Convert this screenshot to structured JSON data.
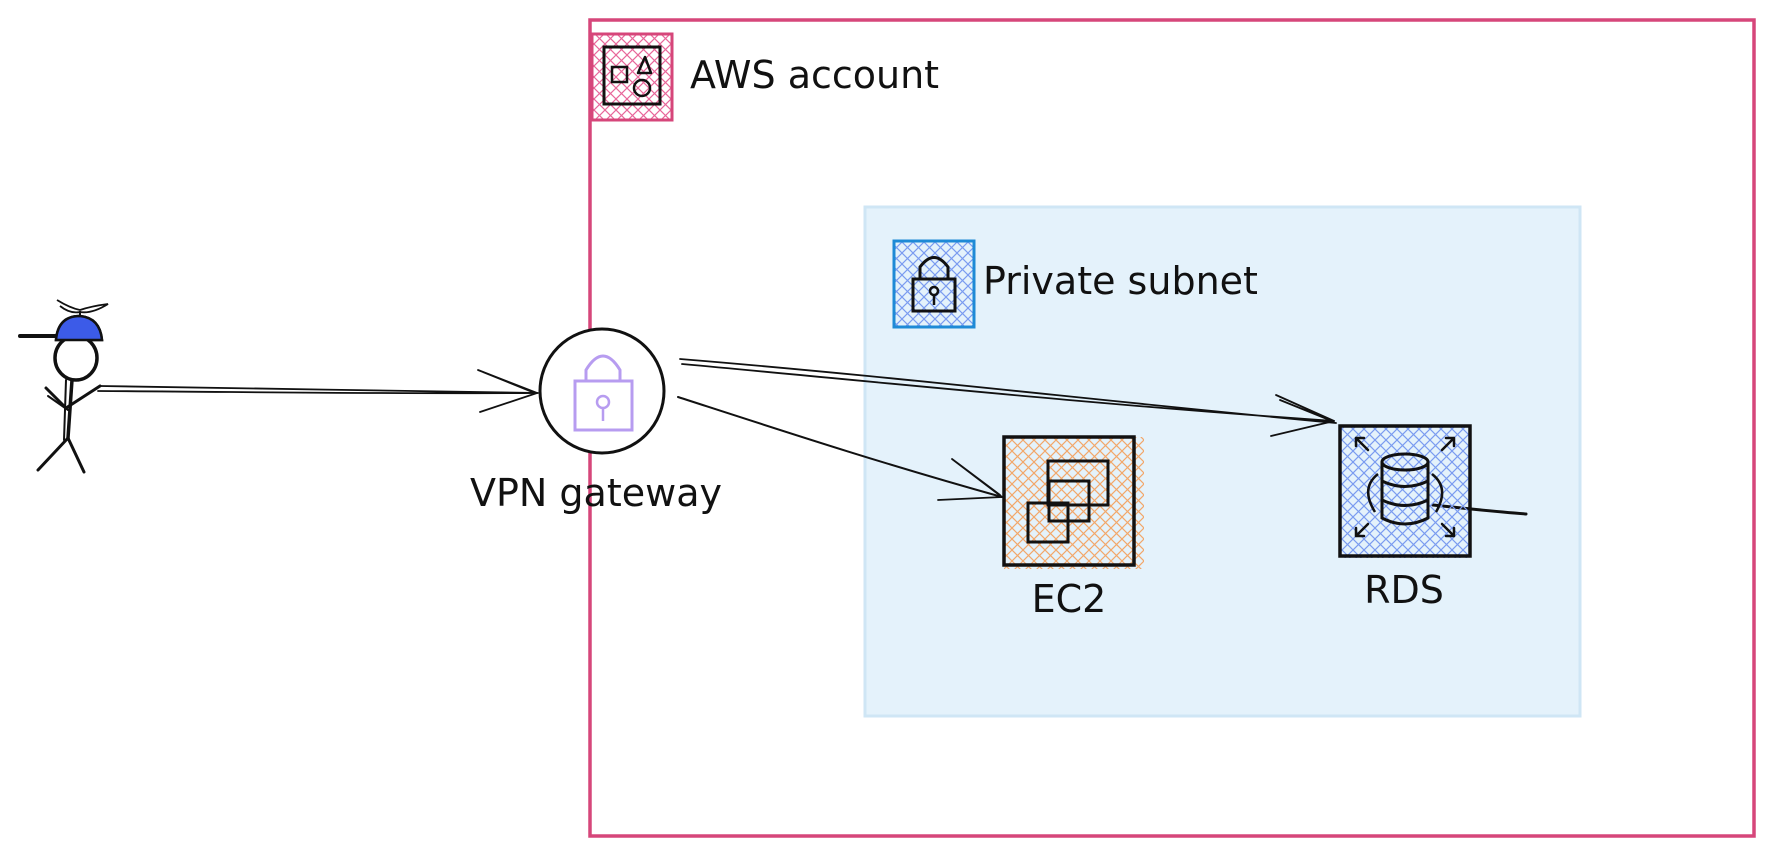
{
  "colors": {
    "aws_account_border": "#d6467a",
    "aws_hatch": "#e8679a",
    "subnet_fill": "#e4f2fb",
    "subnet_border": "#cfe6f5",
    "subnet_icon_border": "#1e8ad6",
    "subnet_hatch": "#7a9bf0",
    "ec2_hatch": "#f2a76a",
    "rds_hatch": "#7a9bf0",
    "vpn_lock": "#b79cf0",
    "user_cap": "#3c5be8",
    "ink": "#111111"
  },
  "labels": {
    "aws_account": "AWS account",
    "private_subnet": "Private subnet",
    "vpn_gateway": "VPN gateway",
    "ec2": "EC2",
    "rds": "RDS"
  },
  "icons": {
    "aws_account": "shapes-icon",
    "private_subnet": "lock-icon",
    "vpn_gateway": "lock-icon",
    "ec2": "ec2-instances-icon",
    "rds": "database-icon",
    "user": "stick-figure-user-icon"
  }
}
